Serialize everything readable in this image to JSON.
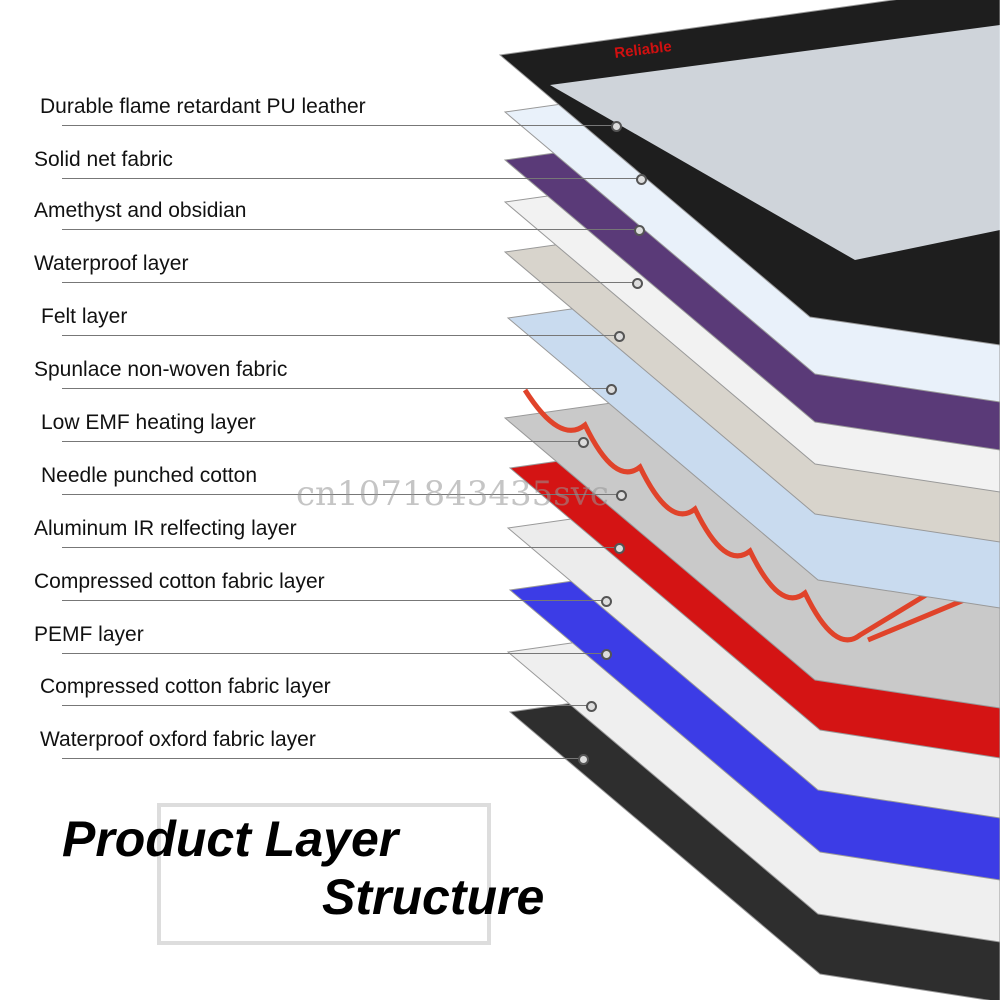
{
  "brand_logo": "Reliable",
  "watermark": "cn1071843435svc",
  "layers": [
    {
      "label": "Durable flame retardant PU leather",
      "color": "#1e1e1e"
    },
    {
      "label": "Solid net fabric",
      "color": "#e9f1fa"
    },
    {
      "label": "Amethyst and obsidian",
      "color": "#5a3a78"
    },
    {
      "label": "Waterproof layer",
      "color": "#f2f2f2"
    },
    {
      "label": "Felt layer",
      "color": "#d8d4cc"
    },
    {
      "label": "Spunlace non-woven fabric",
      "color": "#c9dbef"
    },
    {
      "label": "Low EMF heating layer",
      "color": "#e0432a"
    },
    {
      "label": "Needle punched cotton",
      "color": "#c9c9c9"
    },
    {
      "label": "Aluminum IR relfecting layer",
      "color": "#d41414"
    },
    {
      "label": "Compressed cotton fabric layer",
      "color": "#ececec"
    },
    {
      "label": "PEMF layer",
      "color": "#3c3ce6"
    },
    {
      "label": "Compressed cotton fabric layer",
      "color": "#efefef"
    },
    {
      "label": "Waterproof oxford fabric  layer",
      "color": "#2e2e2e"
    }
  ],
  "title": {
    "line1": "Product Layer",
    "line2": "Structure"
  }
}
